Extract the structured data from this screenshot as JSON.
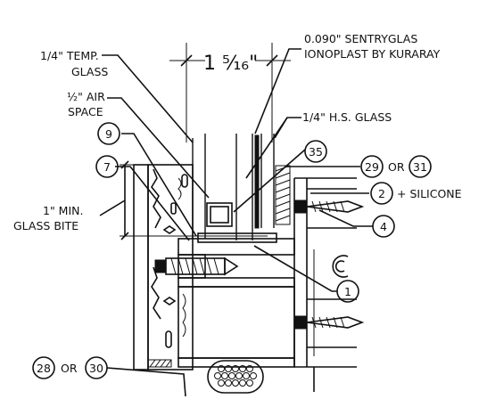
{
  "labels": {
    "temp_glass_1": "1/4\" TEMP.",
    "temp_glass_2": "GLASS",
    "air_space_1": "½\" AIR",
    "air_space_2": "SPACE",
    "dimension": "1 ⁵⁄₁₆\"",
    "sentryglas_1": "0.090\" SENTRYGLAS",
    "sentryglas_2": "IONOPLAST BY KURARAY",
    "hs_glass": "1/4\" H.S. GLASS",
    "glass_bite_1": "1\" MIN.",
    "glass_bite_2": "GLASS BITE",
    "silicone": "+ SILICONE",
    "or_1": "OR",
    "or_2": "OR"
  },
  "callouts": {
    "c9": "9",
    "c7": "7",
    "c35": "35",
    "c29": "29",
    "c31": "31",
    "c2": "2",
    "c4": "4",
    "c1": "1",
    "c28": "28",
    "c30": "30"
  }
}
